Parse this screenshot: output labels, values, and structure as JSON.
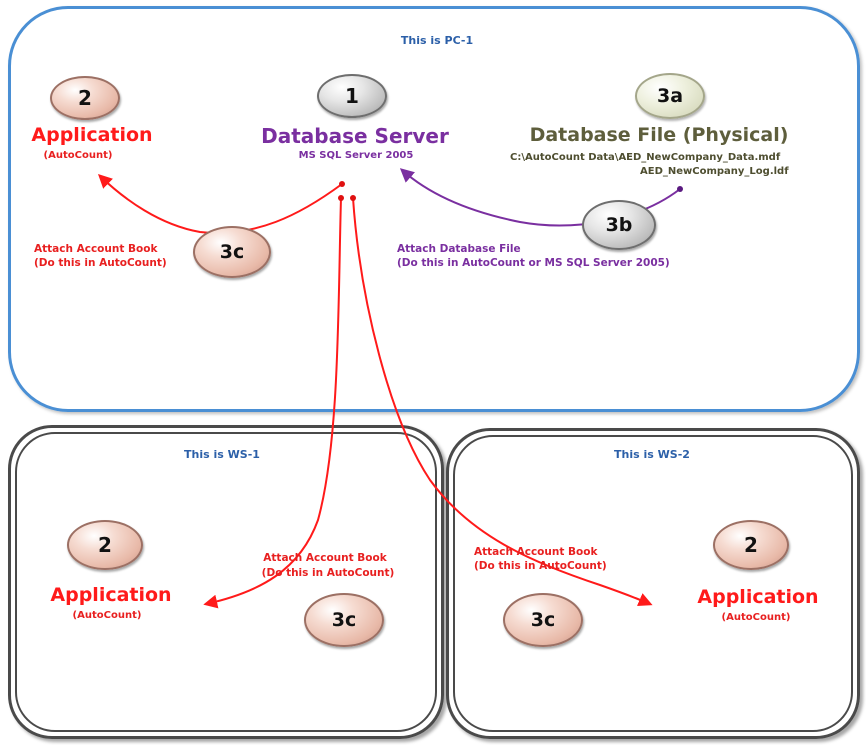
{
  "pc1": {
    "title": "This is PC-1"
  },
  "ws1": {
    "title": "This is WS-1"
  },
  "ws2": {
    "title": "This is WS-2"
  },
  "badges": {
    "server": "1",
    "app_pc": "2",
    "file": "3a",
    "attach_db": "3b",
    "attach_pc": "3c",
    "app_ws1": "2",
    "attach_ws1": "3c",
    "attach_ws2": "3c",
    "app_ws2": "2"
  },
  "server": {
    "name": "Database Server",
    "product": "MS SQL Server 2005"
  },
  "app_pc": {
    "name": "Application",
    "product": "(AutoCount)"
  },
  "file": {
    "name": "Database File (Physical)",
    "path_data": "C:\\AutoCount Data\\AED_NewCompany_Data.mdf",
    "path_log": "AED_NewCompany_Log.ldf"
  },
  "attach_book_pc": {
    "line1": "Attach Account Book",
    "line2": "(Do this in AutoCount)"
  },
  "attach_db_file": {
    "line1": "Attach Database File",
    "line2": "(Do this in AutoCount or MS SQL Server 2005)"
  },
  "app_ws1": {
    "name": "Application",
    "product": "(AutoCount)"
  },
  "attach_book_ws1": {
    "line1": "Attach Account Book",
    "line2": "(Do this in AutoCount)"
  },
  "attach_book_ws2": {
    "line1": "Attach Account Book",
    "line2": "(Do this in AutoCount)"
  },
  "app_ws2": {
    "name": "Application",
    "product": "(AutoCount)"
  },
  "colors": {
    "pc_border": "#4a8fd4",
    "ws_border": "#4a4a4a",
    "red": "#ff1a1a",
    "purple": "#7a2fa0",
    "olive": "#5e5e3c",
    "title_blue": "#2b5fa8"
  }
}
